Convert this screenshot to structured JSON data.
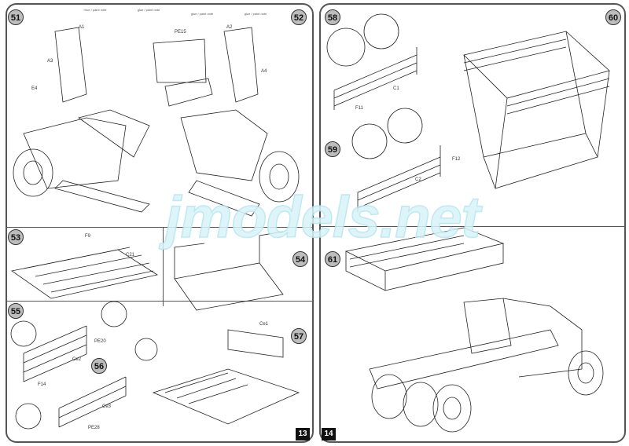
{
  "watermark": "jmodels.net",
  "pages": [
    {
      "number": "13"
    },
    {
      "number": "14"
    }
  ],
  "steps": [
    "51",
    "52",
    "53",
    "54",
    "55",
    "56",
    "57",
    "58",
    "59",
    "60",
    "61"
  ],
  "header_notes": [
    "глue / paint note",
    "glue / paint note",
    "glue / paint note",
    "glue / paint note"
  ],
  "part_labels": {
    "a1": "A1",
    "a2": "A2",
    "a3": "A3",
    "a4": "A4",
    "e4": "E4",
    "pe15": "PE15",
    "c21": "C21",
    "c1": "C1",
    "c2": "C2",
    "f9": "F9",
    "f11": "F11",
    "f12": "F12",
    "f14": "F14",
    "pe20": "PE20",
    "pe28": "PE28",
    "ce2": "Ce2",
    "ce3": "Ce3",
    "ce1": "Ce1"
  }
}
